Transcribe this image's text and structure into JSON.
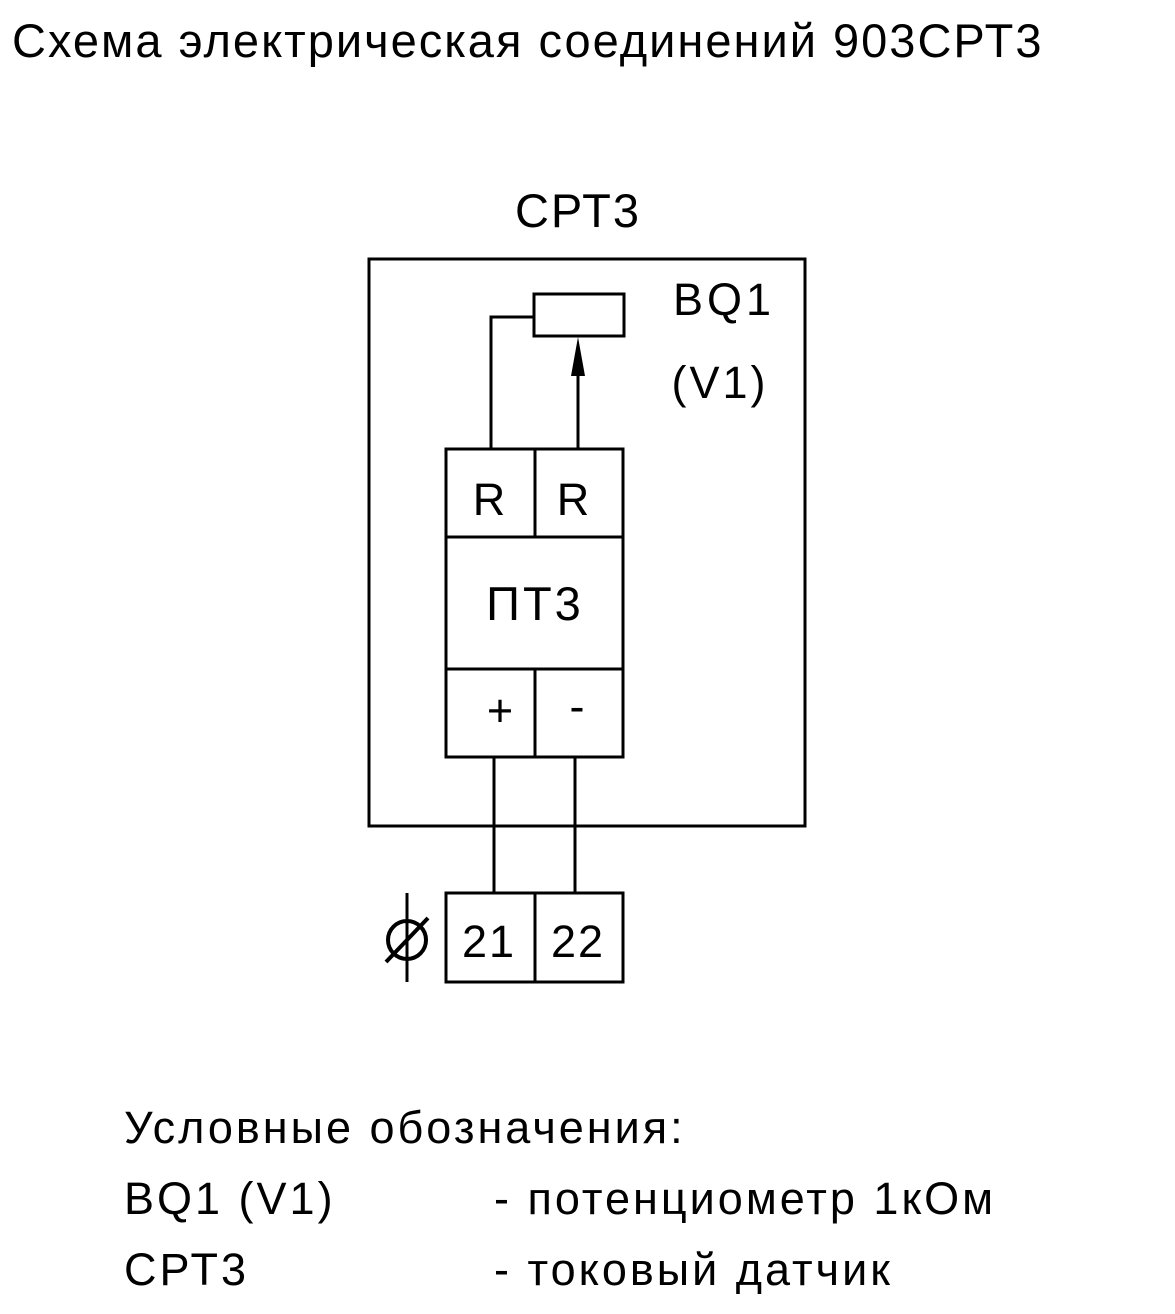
{
  "title": "Схема электрическая соединений 903СРТ3",
  "device": {
    "label": "СРТ3",
    "potentiometer_ref": "BQ1",
    "potentiometer_alt": "(V1)",
    "converter": {
      "name": "ПТ3",
      "top_terminals": [
        "R",
        "R"
      ],
      "bottom_terminals": [
        "+",
        "-"
      ]
    }
  },
  "terminal_block": {
    "terminals": [
      "21",
      "22"
    ],
    "symbol": "⌀"
  },
  "legend": {
    "heading": "Условные обозначения:",
    "items": [
      {
        "code": "BQ1 (V1)",
        "desc": "- потенциометр 1кОм"
      },
      {
        "code": "СРТ3",
        "desc": "- токовый  датчик"
      }
    ]
  }
}
